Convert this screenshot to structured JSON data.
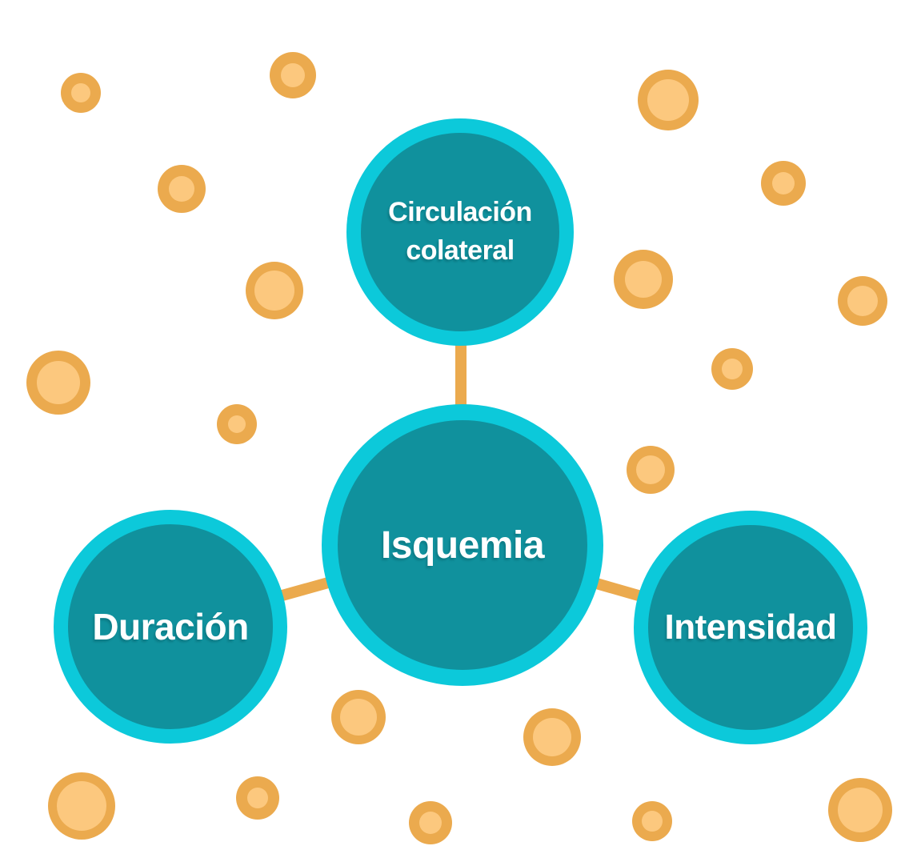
{
  "diagram": {
    "nodes": {
      "center": {
        "label": "Isquemia"
      },
      "top": {
        "label": "Circulación colateral"
      },
      "left": {
        "label": "Duración"
      },
      "right": {
        "label": "Intensidad"
      }
    },
    "colors": {
      "background": "#FFFFFF",
      "node_fill": "#10919D",
      "node_ring": "#0CC9DA",
      "node_label": "#FFFFFF",
      "connector": "#EBAA4E",
      "dot_outer": "#EBAA4E",
      "dot_inner": "#FCC87E"
    }
  }
}
